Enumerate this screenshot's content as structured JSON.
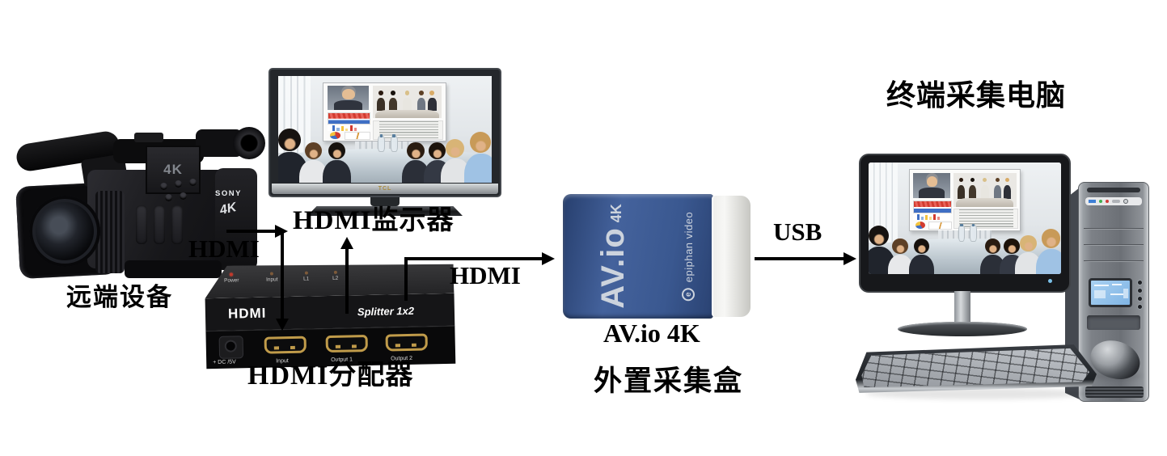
{
  "colors": {
    "arrow": "#000000",
    "capture_body_blue": "#3f5d99"
  },
  "captions": {
    "camera": "远端设备",
    "tv_monitor": "HDMI监示器",
    "splitter": "HDMI分配器",
    "capture_box_en": "AV.io 4K",
    "capture_box_zh": "外置采集盒",
    "computer": "终端采集电脑"
  },
  "connections": {
    "camera_to_splitter": "HDMI",
    "splitter_to_capture": "HDMI",
    "capture_to_computer": "USB"
  },
  "camera": {
    "brand": "SONY",
    "lcd_badge": "4K",
    "side_badge": "4K"
  },
  "tv": {
    "brand": "TCL"
  },
  "splitter": {
    "logo": "HDMI",
    "model": "Splitter 1x2",
    "indicators": [
      "Power",
      "Input",
      "L1",
      "L2"
    ],
    "ports": [
      "+ DC /5V",
      "Input",
      "Output 1",
      "Output 2"
    ]
  },
  "capture_box": {
    "product": "AV.io",
    "variant": "4K",
    "brand": "epiphan video",
    "logo_letter": "e"
  }
}
